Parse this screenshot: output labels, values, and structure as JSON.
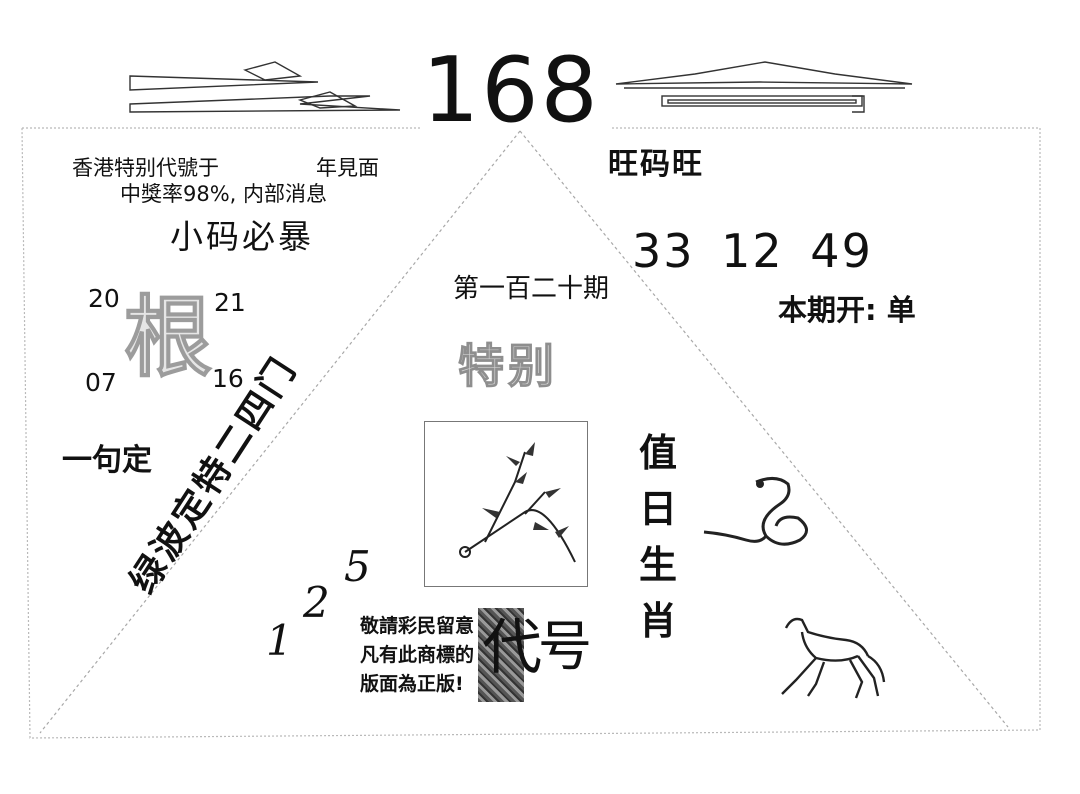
{
  "header": {
    "number": "168"
  },
  "left": {
    "intro_line1": "香港特别代號于",
    "intro_year": "年見面",
    "intro_line2": "中獎率98%, 内部消息",
    "small_code": "小码必暴",
    "root_char": "根",
    "corner_numbers": {
      "top_left": "20",
      "top_right": "21",
      "bottom_left": "07",
      "bottom_right": "16"
    },
    "one_sentence": "一句定",
    "green_wave": "绿波定特二四门",
    "digits": [
      "1",
      "2",
      "5"
    ]
  },
  "center": {
    "period": "第一百二十期",
    "special": "特别",
    "notice_lines": [
      "敬請彩民留意",
      "凡有此商標的",
      "版面為正版!"
    ],
    "code_char": "代",
    "number_char": "号"
  },
  "right": {
    "wang": "旺码旺",
    "numbers": "33 12 49",
    "this_period": "本期开: 单",
    "duty_zodiac": [
      "值",
      "日",
      "生",
      "肖"
    ]
  },
  "icons": [
    "roof-icon",
    "bamboo-icon",
    "snake-icon",
    "horse-icon",
    "emblem-icon"
  ]
}
